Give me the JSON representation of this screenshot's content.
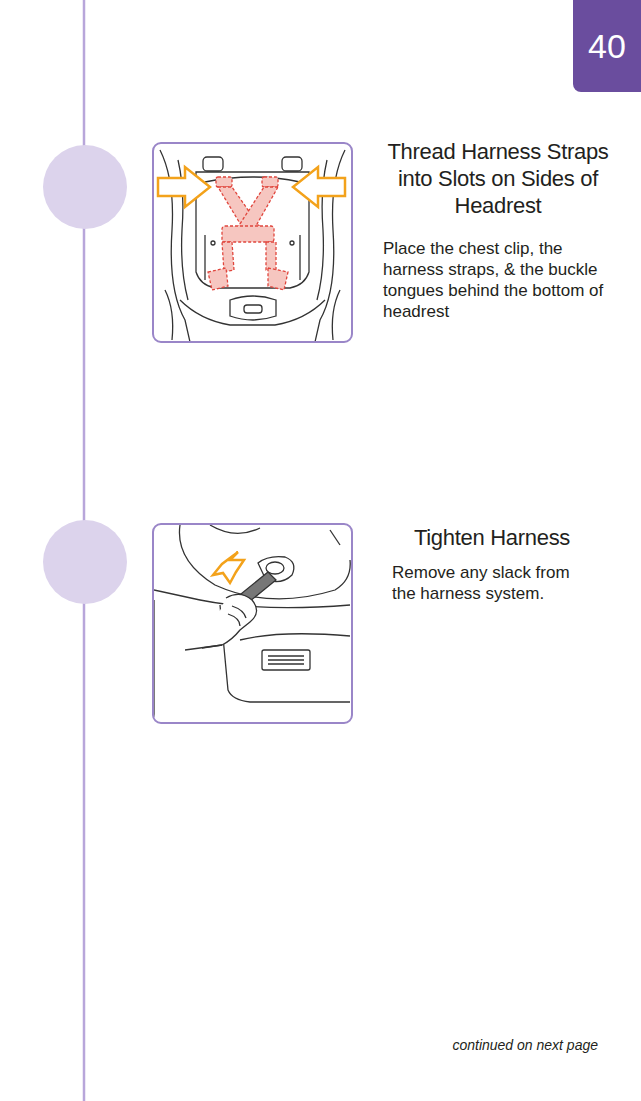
{
  "diagram": {
    "nodes": [
      {
        "text": [
          "40"
        ]
      }
    ],
    "labels": [
      "Thread Harness Straps into Slots on Sides of Headrest",
      "Place the chest clip, the harness straps, & the buckle tongues behind the bottom of headrest",
      "Tighten Harness",
      "Remove any slack from the harness system.",
      "continued on next page"
    ]
  }
}
